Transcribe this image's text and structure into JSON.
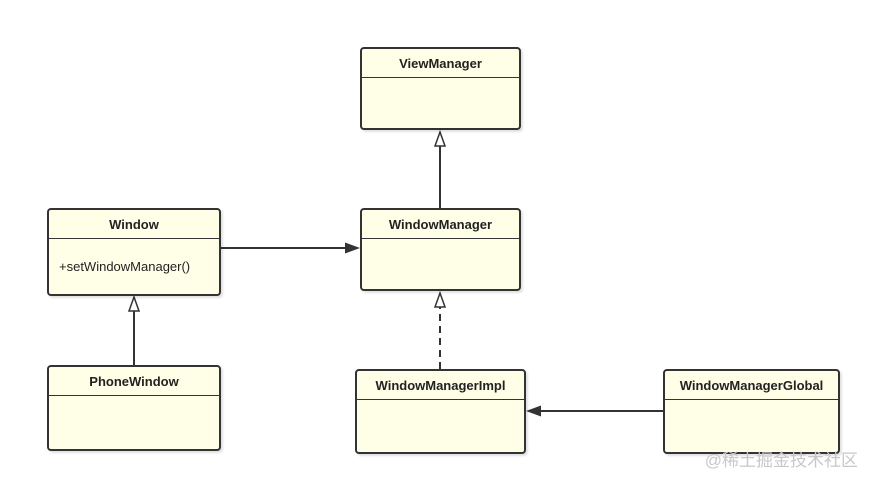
{
  "classes": {
    "view_manager": {
      "name": "ViewManager",
      "methods": ""
    },
    "window": {
      "name": "Window",
      "methods": "+setWindowManager()"
    },
    "window_manager": {
      "name": "WindowManager",
      "methods": ""
    },
    "phone_window": {
      "name": "PhoneWindow",
      "methods": ""
    },
    "window_manager_impl": {
      "name": "WindowManagerImpl",
      "methods": ""
    },
    "window_manager_global": {
      "name": "WindowManagerGlobal",
      "methods": ""
    }
  },
  "relations": [
    {
      "from": "WindowManager",
      "to": "ViewManager",
      "type": "generalization"
    },
    {
      "from": "Window",
      "to": "WindowManager",
      "type": "association"
    },
    {
      "from": "PhoneWindow",
      "to": "Window",
      "type": "generalization"
    },
    {
      "from": "WindowManagerImpl",
      "to": "WindowManager",
      "type": "realization"
    },
    {
      "from": "WindowManagerGlobal",
      "to": "WindowManagerImpl",
      "type": "association"
    }
  ],
  "watermark": "@稀土掘金技术社区",
  "colors": {
    "box_fill": "#ffffe8",
    "stroke": "#333333"
  }
}
